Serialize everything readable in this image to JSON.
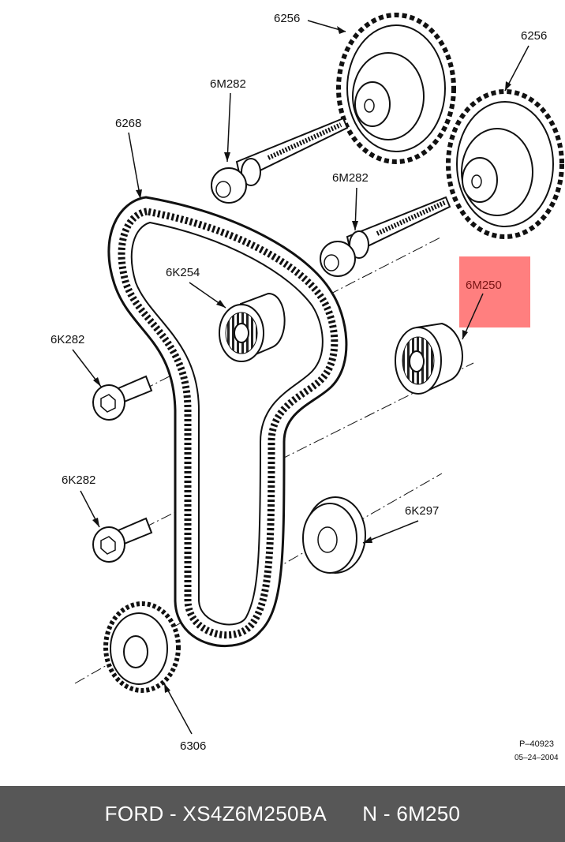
{
  "colors": {
    "highlight": "#ff7f7f",
    "footer_bg": "#575757",
    "footer_text": "#ffffff",
    "line": "#111111"
  },
  "callouts": {
    "cam_gear_left": "6256",
    "cam_gear_right": "6256",
    "cam_bolt_upper": "6M282",
    "cam_bolt_lower": "6M282",
    "timing_belt": "6268",
    "tensioner": "6K254",
    "idler_pulley": "6M250",
    "tensioner_bolt": "6K282",
    "idler_bolt": "6K282",
    "crank_flange": "6K297",
    "crank_sprocket": "6306"
  },
  "drawing_ref": {
    "number": "P–40923",
    "date": "05–24–2004"
  },
  "footer": {
    "brand": "FORD",
    "part_number": "XS4Z6M250BA",
    "n_label": "N",
    "ref_code": "6M250"
  }
}
